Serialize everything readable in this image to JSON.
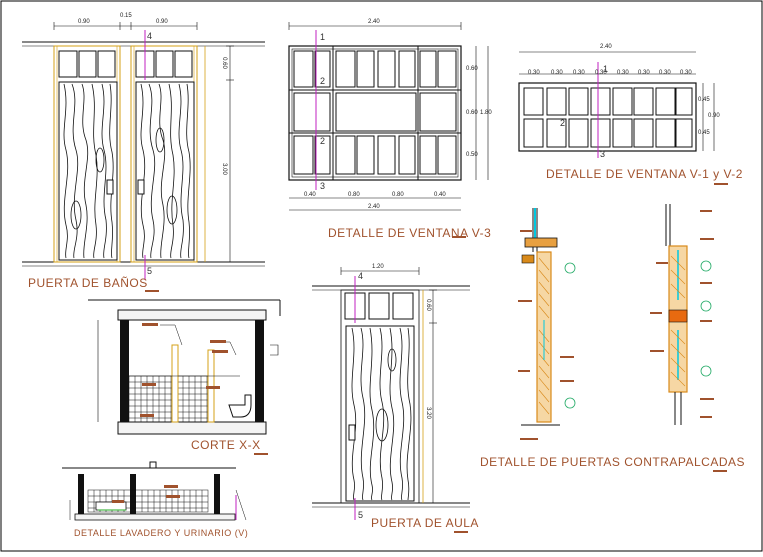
{
  "titles": {
    "puerta_banos": "PUERTA DE BAÑOS",
    "ventana_v3": "DETALLE DE VENTANA V-3",
    "ventana_v1v2": "DETALLE DE VENTANA V-1 y V-2",
    "corte": "CORTE X-X",
    "aula": "PUERTA DE AULA",
    "contrapalcadas": "DETALLE DE PUERTAS CONTRAPALCADAS",
    "lavadero": "DETALLE LAVADERO Y URINARIO (V)"
  },
  "dims": {
    "banos_top_left": "0.90",
    "banos_top_mid": "0.15",
    "banos_top_right": "0.90",
    "banos_side_top": "0.60",
    "banos_side_main": "3.00",
    "v3_top": "2.40",
    "v3_side_1": "0.60",
    "v3_side_2": "0.60",
    "v3_side_3": "0.50",
    "v3_side_total": "1.80",
    "v3_bot_1": "0.40",
    "v3_bot_2": "0.80",
    "v3_bot_3": "0.80",
    "v3_bot_4": "0.40",
    "v3_bot_total": "2.40",
    "v12_top": "2.40",
    "v12_sub": "0.30",
    "v12_side_1": "0.45",
    "v12_side_total": "0.90",
    "v12_side_2": "0.45",
    "aula_top": "1.20",
    "aula_side_top": "0.60",
    "aula_side_main": "3.20"
  },
  "markers": {
    "m1": "1",
    "m2": "2",
    "m3": "3",
    "m4": "4",
    "m5": "5"
  },
  "colors": {
    "title": "#a0522d",
    "door_frame": "#d4a017",
    "line": "#1a1a1a",
    "magenta": "#c020c0",
    "cyan": "#00c8e0",
    "wood": "#d98a1a"
  }
}
